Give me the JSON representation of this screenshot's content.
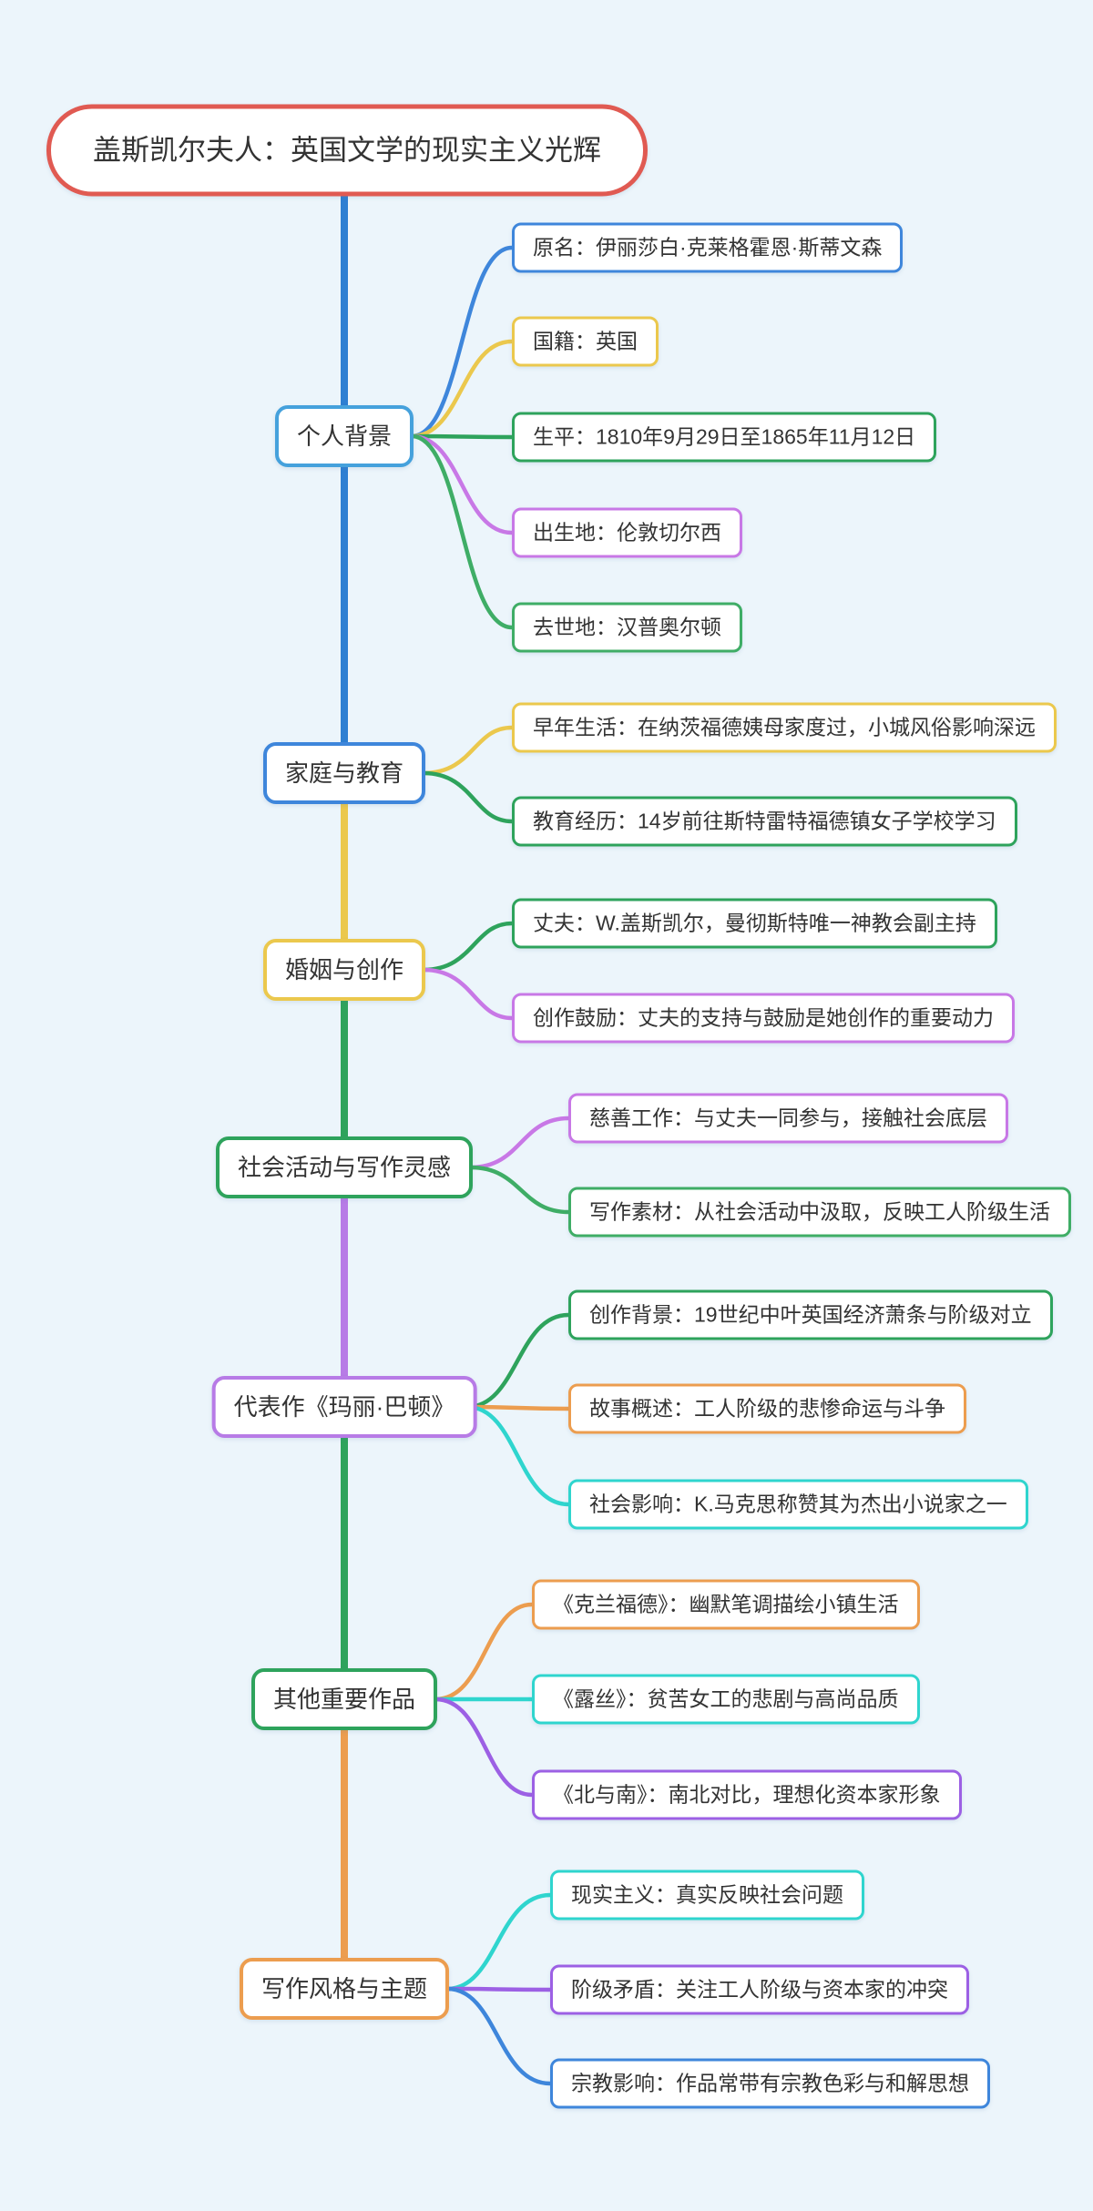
{
  "palette": {
    "trunk_blue": "#2E7FD2",
    "blue": "#3E86DB",
    "sky_blue": "#45A1DC",
    "yellow": "#EBC84D",
    "green": "#2EA35C",
    "green_light": "#3FAD66",
    "orange": "#EC9D4F",
    "cyan": "#2FD5CE",
    "orchid": "#C878E6",
    "violet": "#9C60E4",
    "light_violet": "#B77BE6",
    "red": "#E05A52",
    "background": "#ECF5FB",
    "node_fill": "#FFFFFF",
    "text": "#333333"
  },
  "root": {
    "label": "盖斯凯尔夫人：英国文学的现实主义光辉"
  },
  "branches": [
    {
      "label": "个人背景",
      "children": [
        {
          "label": "原名：伊丽莎白·克莱格霍恩·斯蒂文森"
        },
        {
          "label": "国籍：英国"
        },
        {
          "label": "生平：1810年9月29日至1865年11月12日"
        },
        {
          "label": "出生地：伦敦切尔西"
        },
        {
          "label": "去世地：汉普奥尔顿"
        }
      ]
    },
    {
      "label": "家庭与教育",
      "children": [
        {
          "label": "早年生活：在纳茨福德姨母家度过，小城风俗影响深远"
        },
        {
          "label": "教育经历：14岁前往斯特雷特福德镇女子学校学习"
        }
      ]
    },
    {
      "label": "婚姻与创作",
      "children": [
        {
          "label": "丈夫：W.盖斯凯尔，曼彻斯特唯一神教会副主持"
        },
        {
          "label": "创作鼓励：丈夫的支持与鼓励是她创作的重要动力"
        }
      ]
    },
    {
      "label": "社会活动与写作灵感",
      "children": [
        {
          "label": "慈善工作：与丈夫一同参与，接触社会底层"
        },
        {
          "label": "写作素材：从社会活动中汲取，反映工人阶级生活"
        }
      ]
    },
    {
      "label": "代表作《玛丽·巴顿》",
      "children": [
        {
          "label": "创作背景：19世纪中叶英国经济萧条与阶级对立"
        },
        {
          "label": "故事概述：工人阶级的悲惨命运与斗争"
        },
        {
          "label": "社会影响：K.马克思称赞其为杰出小说家之一"
        }
      ]
    },
    {
      "label": "其他重要作品",
      "children": [
        {
          "label": "《克兰福德》：幽默笔调描绘小镇生活"
        },
        {
          "label": "《露丝》：贫苦女工的悲剧与高尚品质"
        },
        {
          "label": "《北与南》：南北对比，理想化资本家形象"
        }
      ]
    },
    {
      "label": "写作风格与主题",
      "children": [
        {
          "label": "现实主义：真实反映社会问题"
        },
        {
          "label": "阶级矛盾：关注工人阶级与资本家的冲突"
        },
        {
          "label": "宗教影响：作品常带有宗教色彩与和解思想"
        }
      ]
    }
  ]
}
